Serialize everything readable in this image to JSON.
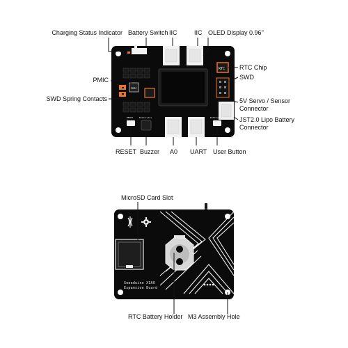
{
  "top_view": {
    "labels": {
      "charging_status_indicator": "Charging Status Indicator",
      "battery_switch": "Battery Switch",
      "iic_left": "IIC",
      "iic_right": "IIC",
      "oled_display": "OLED Display 0.96''",
      "pmic": "PMIC",
      "swd_spring_contacts": "SWD Spring Contacts",
      "rtc_chip": "RTC Chip",
      "swd": "SWD",
      "servo_sensor_connector_line1": "5V Servo / Sensor",
      "servo_sensor_connector_line2": "Connector",
      "jst_battery_connector_line1": "JST2.0 Lipo Battery",
      "jst_battery_connector_line2": "Connector",
      "reset": "RESET",
      "buzzer": "Buzzer",
      "a0": "A0",
      "uart": "UART",
      "user_button": "User Button"
    },
    "silkscreen": {
      "rtc": "RTC",
      "pmic": "PMIC",
      "buzzer": "Buzzer(A3)",
      "reset": "RESET",
      "button": "Button(D1)"
    }
  },
  "bottom_view": {
    "labels": {
      "microsd_card_slot": "MicroSD Card Slot",
      "rtc_battery_holder": "RTC Battery Holder",
      "m3_assembly_hole": "M3 Assembly Hole"
    },
    "brand_line1": "Seeeduino XIAO",
    "brand_line2": "Expansion Board"
  },
  "colors": {
    "board": "#0b0b0b",
    "accent_orange": "#e8742a",
    "connector_white": "#f2f2f2",
    "callout_line": "#111111"
  }
}
